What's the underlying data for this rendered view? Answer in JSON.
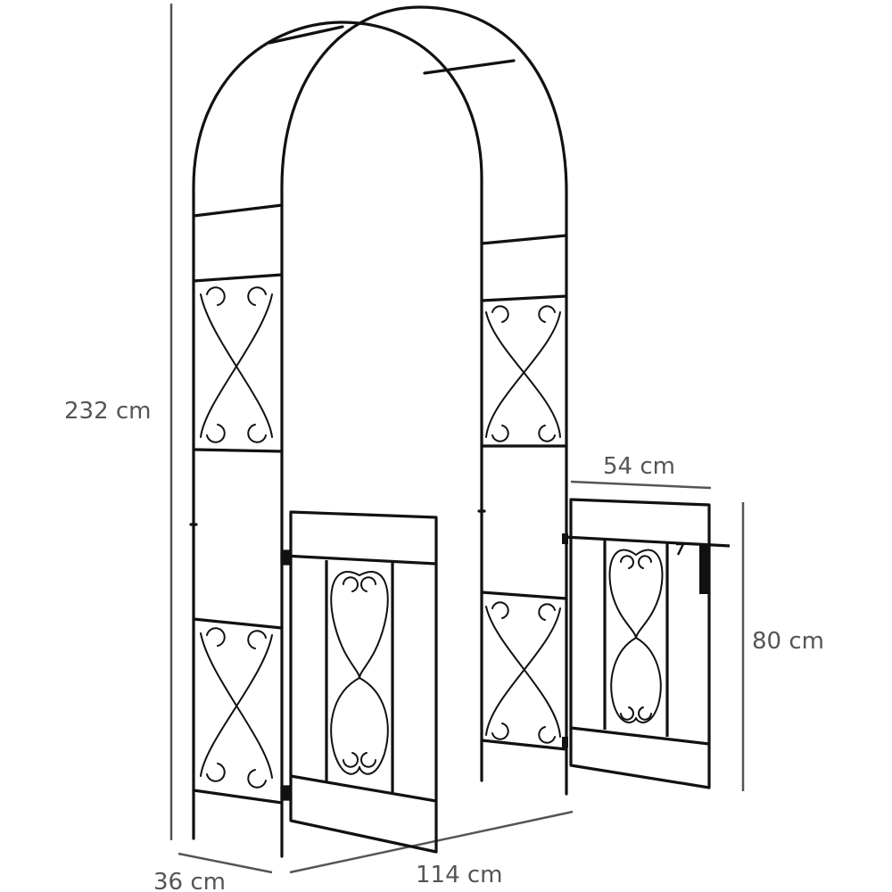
{
  "dimensions": {
    "overall_height": "232 cm",
    "gate_width": "54 cm",
    "gate_height": "80 cm",
    "depth": "36 cm",
    "width": "114 cm"
  },
  "colors": {
    "frame": "#111111",
    "dimension_line": "#555555",
    "dimension_text": "#555555",
    "background": "#ffffff"
  }
}
